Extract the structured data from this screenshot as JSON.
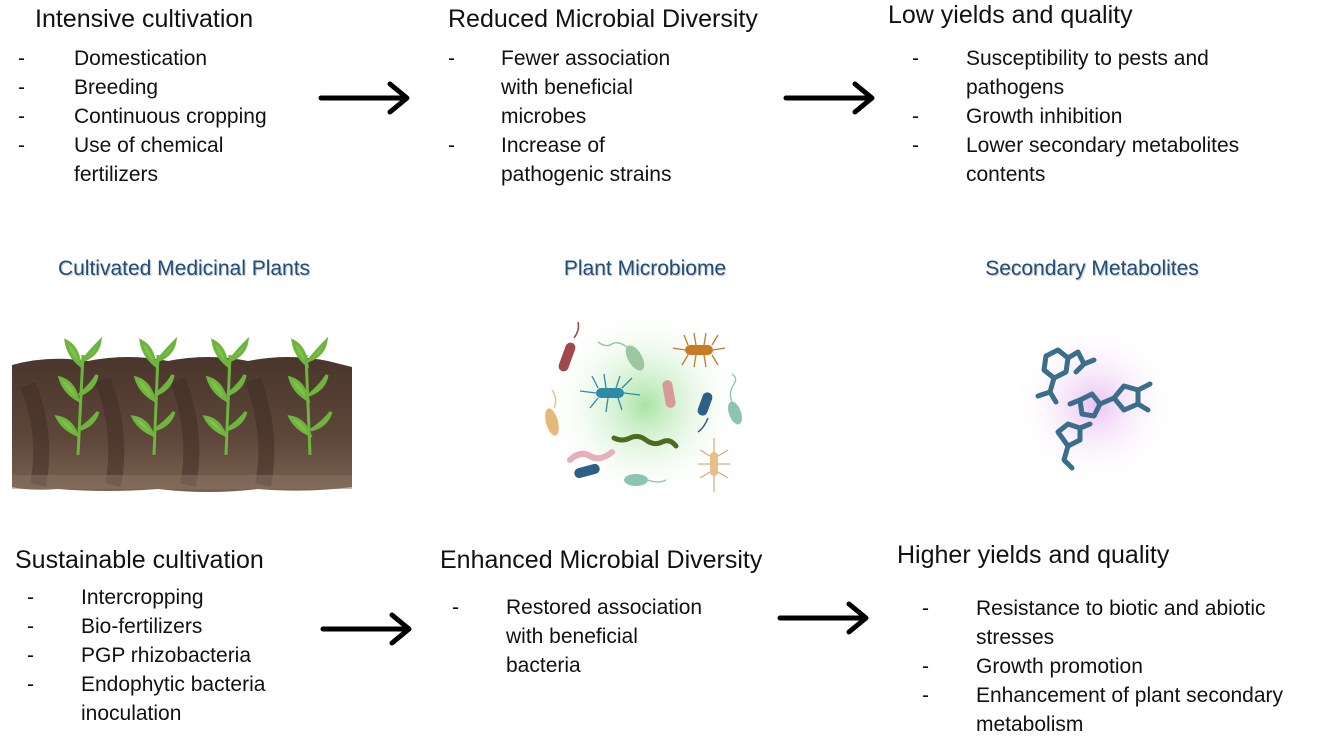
{
  "top": {
    "intensive": {
      "heading": "Intensive cultivation",
      "items": [
        "Domestication",
        "Breeding",
        "Continuous cropping",
        "Use of chemical",
        "fertilizers"
      ]
    },
    "reduced": {
      "heading": "Reduced Microbial Diversity",
      "items": [
        "Fewer association",
        "with beneficial",
        "microbes",
        "Increase of",
        "pathogenic strains"
      ]
    },
    "low": {
      "heading": "Low yields and quality",
      "items": [
        "Susceptibility to pests and",
        "pathogens",
        "Growth inhibition",
        "Lower secondary metabolites",
        "contents"
      ]
    }
  },
  "middle": {
    "plants_label": "Cultivated Medicinal Plants",
    "microbiome_label": "Plant Microbiome",
    "metabolites_label": "Secondary Metabolites"
  },
  "bottom": {
    "sustainable": {
      "heading": "Sustainable cultivation",
      "items": [
        "Intercropping",
        "Bio-fertilizers",
        "PGP rhizobacteria",
        "Endophytic bacteria",
        "inoculation"
      ]
    },
    "enhanced": {
      "heading": "Enhanced Microbial Diversity",
      "items": [
        "Restored association",
        "with beneficial",
        "bacteria"
      ]
    },
    "higher": {
      "heading": "Higher yields and quality",
      "items": [
        "Resistance to biotic and abiotic",
        "stresses",
        "Growth promotion",
        "Enhancement of plant secondary",
        "metabolism"
      ]
    }
  },
  "bullet": "-",
  "colors": {
    "label": "#1f4e79",
    "soil": "#5a4236",
    "sprout": "#6fb43f",
    "microbiome_glow": "#9fe09a",
    "metabolite_glow": "#e7b7ef",
    "molecule": "#3b6e8c"
  }
}
